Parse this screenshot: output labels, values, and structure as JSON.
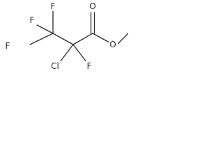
{
  "molecule": {
    "atom_labels": {
      "f_top_left": "F",
      "f_top": "F",
      "f_left": "F",
      "cl": "Cl",
      "f_bottom": "F",
      "o_carbonyl": "O",
      "o_ester": "O"
    },
    "colors": {
      "bond": "#2a2a2a",
      "text": "#2a2a2a",
      "background": "#ffffff"
    }
  }
}
